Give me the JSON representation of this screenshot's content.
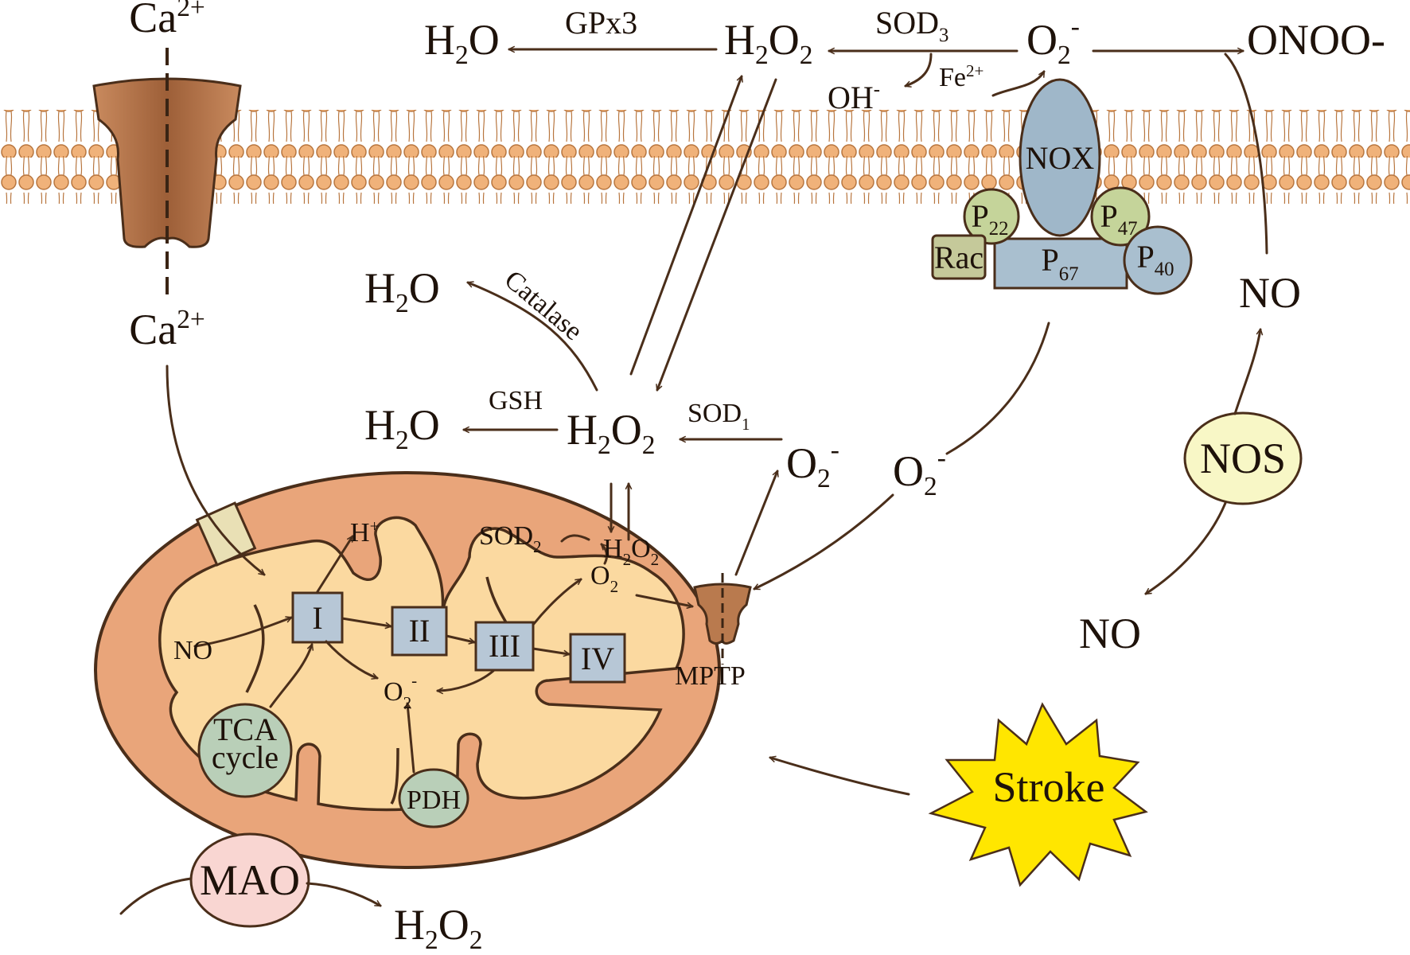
{
  "colors": {
    "membrane_head": "#f0b27a",
    "membrane_outline": "#b8763f",
    "channel": "#c98a5e",
    "mito_outer": "#e9a57a",
    "mito_matrix": "#fbd9a0",
    "complex": "#b7c7d6",
    "nox": "#9fb7c9",
    "p_green": "#c5d49a",
    "rac": "#c5c99a",
    "tca": "#b9cfb8",
    "nos": "#f8f7c6",
    "mao": "#f9d6d2",
    "stroke_star": "#ffe600",
    "line": "#4a2e1a"
  },
  "extracellular": {
    "ca_top": {
      "base": "Ca",
      "sup": "2+"
    },
    "h2o_gpx": {
      "base": "H",
      "sub": "2",
      "tail": "O"
    },
    "gpx3": "GPx3",
    "h2o2_out": {
      "base": "H",
      "sub1": "2",
      "mid": "O",
      "sub2": "2"
    },
    "sod3": {
      "base": "SOD",
      "sub": "3"
    },
    "o2_out": {
      "base": "O",
      "sub": "2",
      "sup": "-"
    },
    "onoo": "ONOO-",
    "oh": {
      "base": "OH",
      "sup": "-"
    },
    "fe": {
      "base": "Fe",
      "sup": "2+"
    }
  },
  "nox_complex": {
    "nox": "NOX",
    "p22": {
      "base": "P",
      "sub": "22"
    },
    "p47": {
      "base": "P",
      "sub": "47"
    },
    "p67": {
      "base": "P",
      "sub": "67"
    },
    "p40": {
      "base": "P",
      "sub": "40"
    },
    "rac": "Rac"
  },
  "cytosol": {
    "ca_in": {
      "base": "Ca",
      "sup": "2+"
    },
    "h2o_catalase": {
      "base": "H",
      "sub": "2",
      "tail": "O"
    },
    "catalase": "Catalase",
    "h2o_gsh": {
      "base": "H",
      "sub": "2",
      "tail": "O"
    },
    "gsh": "GSH",
    "h2o2_cyto": {
      "base": "H",
      "sub1": "2",
      "mid": "O",
      "sub2": "2"
    },
    "sod1": {
      "base": "SOD",
      "sub": "1"
    },
    "o2_cyto_a": {
      "base": "O",
      "sub": "2",
      "sup": "-"
    },
    "o2_cyto_b": {
      "base": "O",
      "sub": "2",
      "sup": "-"
    },
    "no_right": "NO",
    "nos": "NOS",
    "no_bottom": "NO",
    "stroke": "Stroke",
    "mao": "MAO",
    "h2o2_mao": {
      "base": "H",
      "sub1": "2",
      "mid": "O",
      "sub2": "2"
    }
  },
  "mitochondrion": {
    "complex_i": "I",
    "complex_ii": "II",
    "complex_iii": "III",
    "complex_iv": "IV",
    "h_plus": {
      "base": "H",
      "sup": "+"
    },
    "sod2": {
      "base": "SOD",
      "sub": "2"
    },
    "h2o2_mito": {
      "base": "H",
      "sub1": "2",
      "mid": "O",
      "sub2": "2"
    },
    "o2_mito": {
      "base": "O",
      "sub": "2"
    },
    "o2_minus_mito": {
      "base": "O",
      "sub": "2",
      "sup": "-"
    },
    "no_mito": "NO",
    "tca_line1": "TCA",
    "tca_line2": "cycle",
    "pdh": "PDH",
    "mptp": "MPTP"
  }
}
